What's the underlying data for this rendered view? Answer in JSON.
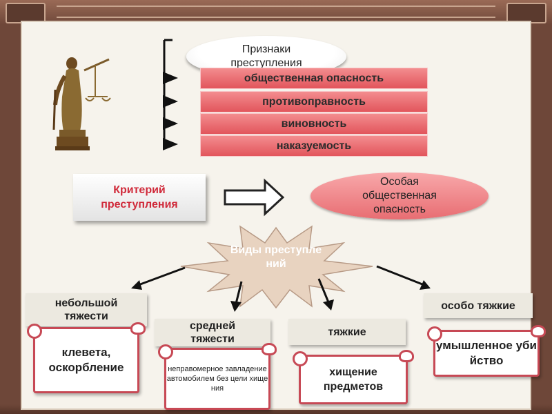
{
  "title": "Признаки\nпреступления",
  "signs": [
    "общественная опасность",
    "противоправность",
    "виновность",
    "наказуемость"
  ],
  "criterion": {
    "label": "Критерий\nпреступления",
    "result": "Особая\nобщественная\nопасность"
  },
  "types": {
    "label": "Виды преступлений",
    "categories": [
      {
        "name": "небольшой\nтяжести",
        "example": "клевета,\nоскорбление"
      },
      {
        "name": "средней\nтяжести",
        "example": "неправомерное завладение автомобилем без цели хищения"
      },
      {
        "name": "тяжкие",
        "example": "хищение\nпредметов"
      },
      {
        "name": "особо тяжкие",
        "example": "умышленное убийство"
      }
    ]
  },
  "colors": {
    "signs_bar": "#e2555c",
    "accent_text": "#d02a3a",
    "frame": "#6e4739"
  }
}
